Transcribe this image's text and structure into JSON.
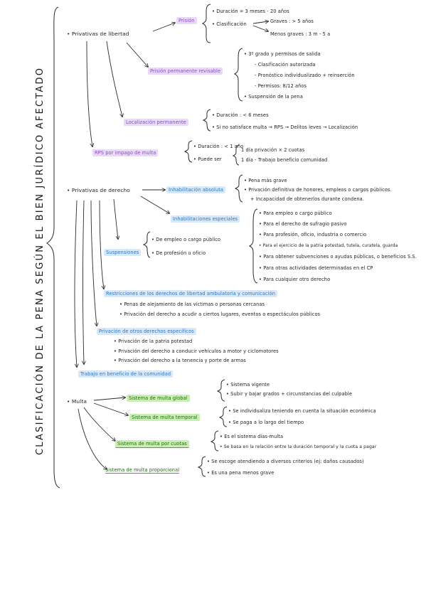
{
  "title": "CLASIFICACIÓN DE LA PENA SEGÚN EL BIEN JURÍDICO AFECTADO",
  "colors": {
    "purple": "#8a4fc4",
    "blue": "#2f76c4",
    "green": "#1f6b10"
  },
  "privativas_libertad": {
    "label": "Privativas de libertad",
    "prision": {
      "label": "Prisión",
      "duracion": "Duración = 3 meses - 20 años",
      "clasificacion": "Clasificación",
      "graves": "Graves : > 5 años",
      "menos_graves": "Menos graves : 3 m - 5 a"
    },
    "ppr": {
      "label": "Prisión permanente revisable",
      "grado": "3º grado y permisos de salida",
      "items": [
        "Clasificación autorizada",
        "Pronóstico individualizado + reinserción",
        "Permisos: 8/12 años"
      ],
      "suspension": "Suspensión de la pena"
    },
    "localizacion": {
      "label": "Localización permanente",
      "duracion": "Duración : < 6 meses",
      "multa": "Si no satisface multa → RPS → Delitos leves → Localización"
    },
    "rps": {
      "label": "RPS por impago de multa",
      "duracion": "Duración : < 1 año",
      "puede_ser": "Puede ser",
      "opt1": "1 día privación × 2 cuotas",
      "opt2": "1 día - Trabajo beneficio comunidad"
    }
  },
  "privativas_derecho": {
    "label": "Privativas de derecho",
    "inhab_absoluta": {
      "label": "Inhabilitación absoluta",
      "items": [
        "Pena más grave",
        "Privación definitiva de honores, empleos o cargos públicos.",
        "+ Incapacidad de obtenerlos durante condena."
      ]
    },
    "inhab_especiales": {
      "label": "Inhabilitaciones especiales",
      "items": [
        "Para empleo o cargo público",
        "Para el derecho de sufragio pasivo",
        "Para profesión, oficio, industria o comercio",
        "Para el ejercicio de la patria potestad, tutela, curatela, guarda",
        "Para obtener subvenciones o ayudas públicas, o beneficios S.S.",
        "Para otras actividades determinadas en el CP",
        "Para cualquier otro derecho"
      ]
    },
    "suspensiones": {
      "label": "Suspensiones",
      "items": [
        "De empleo o cargo público",
        "De profesión u oficio"
      ]
    },
    "restricciones": {
      "label": "Restricciones de los derechos de libertad ambulatoria y comunicación",
      "items": [
        "Penas de alejamiento de las víctimas o personas cercanas",
        "Privación del derecho a acudir a ciertos lugares, eventos o espectáculos públicos"
      ]
    },
    "otros_derechos": {
      "label": "Privación de otros derechos específicos",
      "items": [
        "Privación de la patria potestad",
        "Privación del derecho a conducir vehículos a motor y ciclomotores",
        "Privación del derecho a la tenencia y porte de armas"
      ]
    },
    "trabajo": {
      "label": "Trabajo en beneficio de la comunidad"
    }
  },
  "multa": {
    "label": "Multa",
    "global": {
      "label": "Sistema de multa global",
      "items": [
        "Sistema vigente",
        "Subir y bajar grados + circunstancias del culpable"
      ]
    },
    "temporal": {
      "label": "Sistema de multa temporal",
      "items": [
        "Se individualiza teniendo en cuenta la situación económica",
        "Se paga a lo largo del tiempo"
      ]
    },
    "cuotas": {
      "label": "Sistema de multa por cuotas",
      "items": [
        "Es el sistema días-multa",
        "Se basa en la relación entre la duración temporal y la cuota a pagar"
      ]
    },
    "proporcional": {
      "label": "Sistema de multa proporcional",
      "items": [
        "Se escoge atendiendo a diversos criterios (ej: daños causados)",
        "Es una pena menos grave"
      ]
    }
  }
}
